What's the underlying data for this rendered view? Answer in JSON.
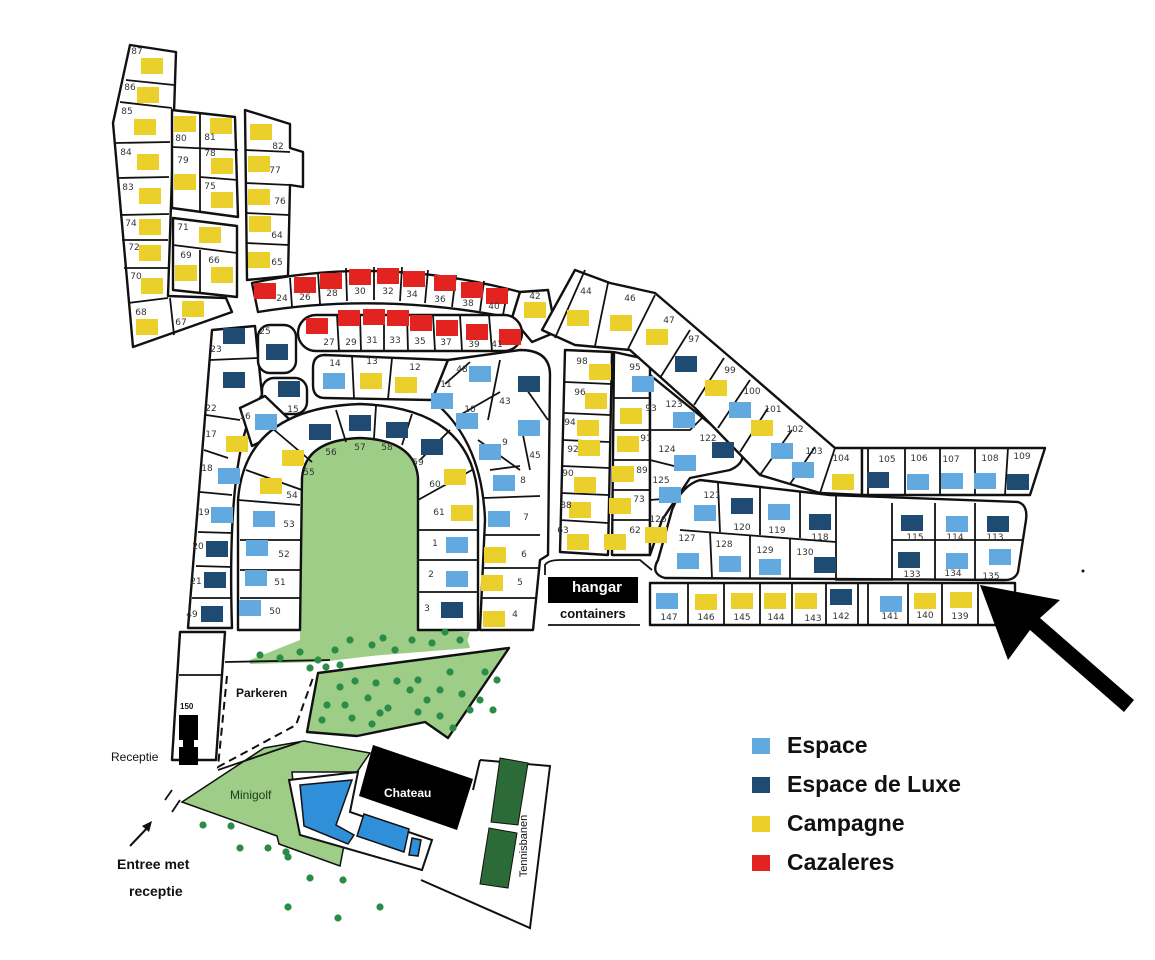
{
  "colors": {
    "espace": "#62a9df",
    "espace_luxe": "#1f4b73",
    "campagne": "#ebd02c",
    "cazaleres": "#e2231f",
    "lawn": "#9dcd87",
    "court": "#2c6a38",
    "pool": "#2f8fd8",
    "tree": "#2b8c48"
  },
  "legend": [
    {
      "key": "espace",
      "label": "Espace"
    },
    {
      "key": "espace_luxe",
      "label": "Espace de Luxe"
    },
    {
      "key": "campagne",
      "label": "Campagne"
    },
    {
      "key": "cazaleres",
      "label": "Cazaleres"
    }
  ],
  "places": {
    "hangar": "hangar",
    "containers": "containers",
    "parking": "Parkeren",
    "reception": "Receptie",
    "reception_number": "150",
    "minigolf": "Minigolf",
    "chateau": "Chateau",
    "tennis": "Tennisbanen",
    "entrance_line1": "Entree met",
    "entrance_line2": "receptie"
  },
  "plots": [
    {
      "number": "87",
      "category": "campagne"
    },
    {
      "number": "86",
      "category": "campagne"
    },
    {
      "number": "85",
      "category": "campagne"
    },
    {
      "number": "84",
      "category": "campagne"
    },
    {
      "number": "83",
      "category": "campagne"
    },
    {
      "number": "74",
      "category": "campagne"
    },
    {
      "number": "72",
      "category": "campagne"
    },
    {
      "number": "70",
      "category": "campagne"
    },
    {
      "number": "68",
      "category": "campagne"
    },
    {
      "number": "80",
      "category": "campagne"
    },
    {
      "number": "81",
      "category": "campagne"
    },
    {
      "number": "79",
      "category": "campagne"
    },
    {
      "number": "78",
      "category": "campagne"
    },
    {
      "number": "75",
      "category": "campagne"
    },
    {
      "number": "71",
      "category": "campagne"
    },
    {
      "number": "69",
      "category": "campagne"
    },
    {
      "number": "66",
      "category": "campagne"
    },
    {
      "number": "67",
      "category": "campagne"
    },
    {
      "number": "82",
      "category": "campagne"
    },
    {
      "number": "77",
      "category": "campagne"
    },
    {
      "number": "76",
      "category": "campagne"
    },
    {
      "number": "64",
      "category": "campagne"
    },
    {
      "number": "65",
      "category": "campagne"
    },
    {
      "number": "24",
      "category": "cazaleres"
    },
    {
      "number": "26",
      "category": "cazaleres"
    },
    {
      "number": "28",
      "category": "cazaleres"
    },
    {
      "number": "30",
      "category": "cazaleres"
    },
    {
      "number": "32",
      "category": "cazaleres"
    },
    {
      "number": "34",
      "category": "cazaleres"
    },
    {
      "number": "36",
      "category": "cazaleres"
    },
    {
      "number": "38",
      "category": "cazaleres"
    },
    {
      "number": "40",
      "category": "cazaleres"
    },
    {
      "number": "42",
      "category": "campagne"
    },
    {
      "number": "27",
      "category": "cazaleres"
    },
    {
      "number": "29",
      "category": "cazaleres"
    },
    {
      "number": "31",
      "category": "cazaleres"
    },
    {
      "number": "33",
      "category": "cazaleres"
    },
    {
      "number": "35",
      "category": "cazaleres"
    },
    {
      "number": "37",
      "category": "cazaleres"
    },
    {
      "number": "39",
      "category": "cazaleres"
    },
    {
      "number": "41",
      "category": "cazaleres"
    },
    {
      "number": "23",
      "category": "espace_luxe"
    },
    {
      "number": "25",
      "category": "espace_luxe"
    },
    {
      "number": "22",
      "category": "espace_luxe"
    },
    {
      "number": "15",
      "category": "espace_luxe"
    },
    {
      "number": "16",
      "category": "espace"
    },
    {
      "number": "17",
      "category": "campagne"
    },
    {
      "number": "14",
      "category": "espace"
    },
    {
      "number": "13",
      "category": "campagne"
    },
    {
      "number": "12",
      "category": "campagne"
    },
    {
      "number": "48",
      "category": "espace"
    },
    {
      "number": "11",
      "category": "espace"
    },
    {
      "number": "43",
      "category": "espace_luxe"
    },
    {
      "number": "10",
      "category": "espace"
    },
    {
      "number": "9",
      "category": "espace"
    },
    {
      "number": "45",
      "category": "espace"
    },
    {
      "number": "18",
      "category": "espace"
    },
    {
      "number": "56",
      "category": "espace_luxe"
    },
    {
      "number": "57",
      "category": "espace_luxe"
    },
    {
      "number": "58",
      "category": "espace_luxe"
    },
    {
      "number": "59",
      "category": "espace_luxe"
    },
    {
      "number": "55",
      "category": "campagne"
    },
    {
      "number": "54",
      "category": "campagne"
    },
    {
      "number": "60",
      "category": "campagne"
    },
    {
      "number": "8",
      "category": "espace"
    },
    {
      "number": "61",
      "category": "campagne"
    },
    {
      "number": "19",
      "category": "espace"
    },
    {
      "number": "53",
      "category": "espace"
    },
    {
      "number": "7",
      "category": "espace"
    },
    {
      "number": "1",
      "category": "espace"
    },
    {
      "number": "20",
      "category": "espace_luxe"
    },
    {
      "number": "52",
      "category": "espace"
    },
    {
      "number": "6",
      "category": "campagne"
    },
    {
      "number": "2",
      "category": "espace"
    },
    {
      "number": "21",
      "category": "espace_luxe"
    },
    {
      "number": "51",
      "category": "espace"
    },
    {
      "number": "5",
      "category": "campagne"
    },
    {
      "number": "49",
      "category": "espace_luxe"
    },
    {
      "number": "50",
      "category": "espace"
    },
    {
      "number": "3",
      "category": "espace_luxe"
    },
    {
      "number": "4",
      "category": "campagne"
    },
    {
      "number": "44",
      "category": "campagne"
    },
    {
      "number": "46",
      "category": "campagne"
    },
    {
      "number": "47",
      "category": "campagne"
    },
    {
      "number": "97",
      "category": "espace_luxe"
    },
    {
      "number": "98",
      "category": "campagne"
    },
    {
      "number": "95",
      "category": "espace"
    },
    {
      "number": "99",
      "category": "campagne"
    },
    {
      "number": "96",
      "category": "campagne"
    },
    {
      "number": "93",
      "category": "campagne"
    },
    {
      "number": "123",
      "category": "espace"
    },
    {
      "number": "100",
      "category": "espace"
    },
    {
      "number": "94",
      "category": "campagne"
    },
    {
      "number": "101",
      "category": "campagne"
    },
    {
      "number": "91",
      "category": "campagne"
    },
    {
      "number": "122",
      "category": "espace_luxe"
    },
    {
      "number": "102",
      "category": "espace"
    },
    {
      "number": "92",
      "category": "campagne"
    },
    {
      "number": "124",
      "category": "espace"
    },
    {
      "number": "89",
      "category": "campagne"
    },
    {
      "number": "103",
      "category": "espace"
    },
    {
      "number": "104",
      "category": "campagne"
    },
    {
      "number": "90",
      "category": "campagne"
    },
    {
      "number": "125",
      "category": "espace"
    },
    {
      "number": "73",
      "category": "campagne"
    },
    {
      "number": "105",
      "category": "espace_luxe"
    },
    {
      "number": "106",
      "category": "espace"
    },
    {
      "number": "107",
      "category": "espace"
    },
    {
      "number": "108",
      "category": "espace"
    },
    {
      "number": "109",
      "category": "espace_luxe"
    },
    {
      "number": "121",
      "category": "espace"
    },
    {
      "number": "120",
      "category": "espace_luxe"
    },
    {
      "number": "119",
      "category": "espace"
    },
    {
      "number": "118",
      "category": "espace_luxe"
    },
    {
      "number": "88",
      "category": "campagne"
    },
    {
      "number": "126",
      "category": "campagne"
    },
    {
      "number": "63",
      "category": "campagne"
    },
    {
      "number": "62",
      "category": "campagne"
    },
    {
      "number": "127",
      "category": "espace"
    },
    {
      "number": "128",
      "category": "espace"
    },
    {
      "number": "129",
      "category": "espace"
    },
    {
      "number": "130",
      "category": "espace_luxe"
    },
    {
      "number": "115",
      "category": "espace_luxe"
    },
    {
      "number": "114",
      "category": "espace"
    },
    {
      "number": "113",
      "category": "espace_luxe"
    },
    {
      "number": "133",
      "category": "espace_luxe"
    },
    {
      "number": "134",
      "category": "espace"
    },
    {
      "number": "135",
      "category": "espace"
    },
    {
      "number": "147",
      "category": "espace"
    },
    {
      "number": "146",
      "category": "campagne"
    },
    {
      "number": "145",
      "category": "campagne"
    },
    {
      "number": "144",
      "category": "campagne"
    },
    {
      "number": "143",
      "category": "campagne"
    },
    {
      "number": "142",
      "category": "espace_luxe"
    },
    {
      "number": "141",
      "category": "espace"
    },
    {
      "number": "140",
      "category": "campagne"
    },
    {
      "number": "139",
      "category": "campagne"
    }
  ]
}
